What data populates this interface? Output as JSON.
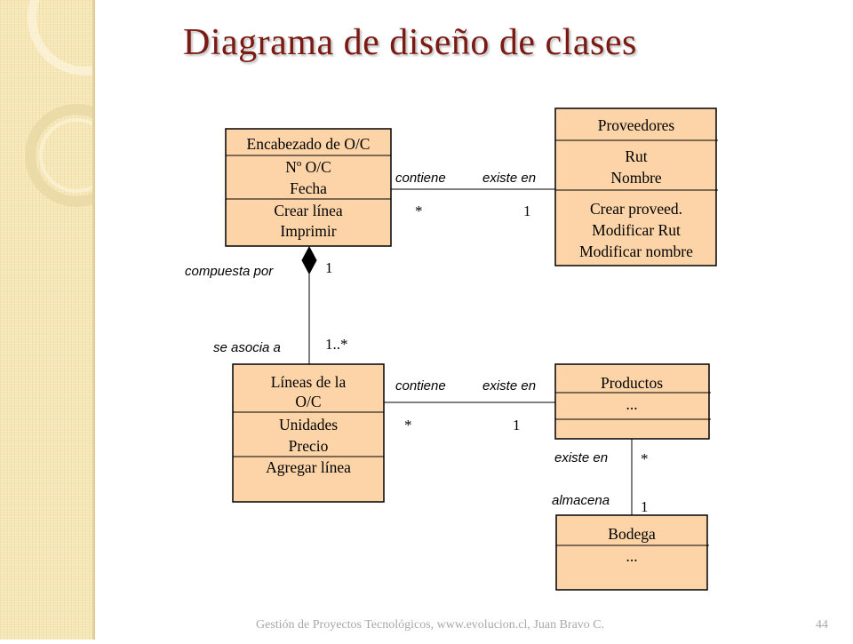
{
  "slide": {
    "title": "Diagrama de diseño de clases",
    "footer": "Gestión de Proyectos Tecnológicos, www.evolucion.cl, Juan Bravo C.",
    "page_number": "44"
  },
  "diagram": {
    "classes": {
      "encabezado": {
        "name": "Encabezado de O/C",
        "attributes": [
          "Nº O/C",
          "Fecha"
        ],
        "methods": [
          "Crear línea",
          "Imprimir"
        ]
      },
      "proveedores": {
        "name": "Proveedores",
        "attributes": [
          "Rut",
          "Nombre"
        ],
        "methods": [
          "Crear proveed.",
          "Modificar Rut",
          "Modificar nombre"
        ]
      },
      "lineas": {
        "name": [
          "Líneas de la",
          "O/C"
        ],
        "attributes": [
          "Unidades",
          "Precio"
        ],
        "methods": [
          "Agregar línea"
        ]
      },
      "productos": {
        "name": "Productos",
        "attributes": [
          "..."
        ]
      },
      "bodega": {
        "name": "Bodega",
        "attributes": [
          "..."
        ]
      }
    },
    "associations": {
      "encabezado_proveedores": {
        "role_left": "contiene",
        "role_right": "existe en",
        "mult_left": "*",
        "mult_right": "1"
      },
      "encabezado_lineas": {
        "type": "composition",
        "role_top": "compuesta por",
        "role_bottom": "se asocia a",
        "mult_top": "1",
        "mult_bottom": "1..*"
      },
      "lineas_productos": {
        "role_left": "contiene",
        "role_right": "existe en",
        "mult_left": "*",
        "mult_right": "1"
      },
      "productos_bodega": {
        "role_top": "existe en",
        "role_bottom": "almacena",
        "mult_top": "*",
        "mult_bottom": "1"
      }
    }
  }
}
